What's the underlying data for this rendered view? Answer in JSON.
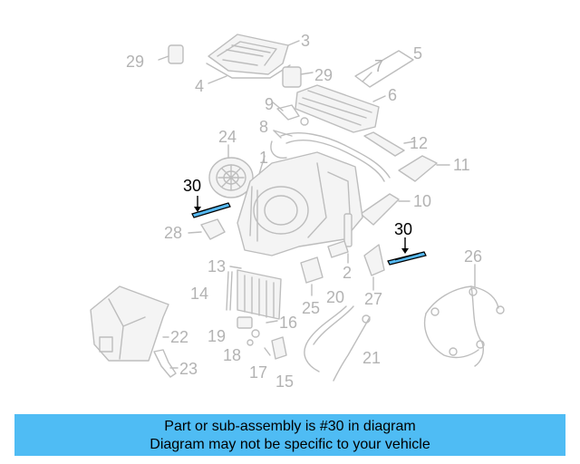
{
  "callouts": {
    "p1": "1",
    "p2": "2",
    "p3": "3",
    "p4": "4",
    "p5": "5",
    "p6": "6",
    "p7": "7",
    "p8": "8",
    "p9": "9",
    "p10": "10",
    "p11": "11",
    "p12": "12",
    "p13": "13",
    "p14": "14",
    "p15": "15",
    "p16": "16",
    "p17": "17",
    "p18": "18",
    "p19": "19",
    "p20": "20",
    "p21": "21",
    "p22": "22",
    "p23": "23",
    "p24": "24",
    "p25": "25",
    "p26": "26",
    "p27": "27",
    "p28": "28",
    "p29a": "29",
    "p29b": "29",
    "p30a": "30",
    "p30b": "30"
  },
  "banner": {
    "line1": "Part or sub-assembly is #30 in diagram",
    "line2": "Diagram may not be specific to your vehicle"
  },
  "colors": {
    "banner_bg": "#4fbcf4",
    "highlight_part": "#55b8f0",
    "diagram_lines": "#bdbdbd"
  }
}
